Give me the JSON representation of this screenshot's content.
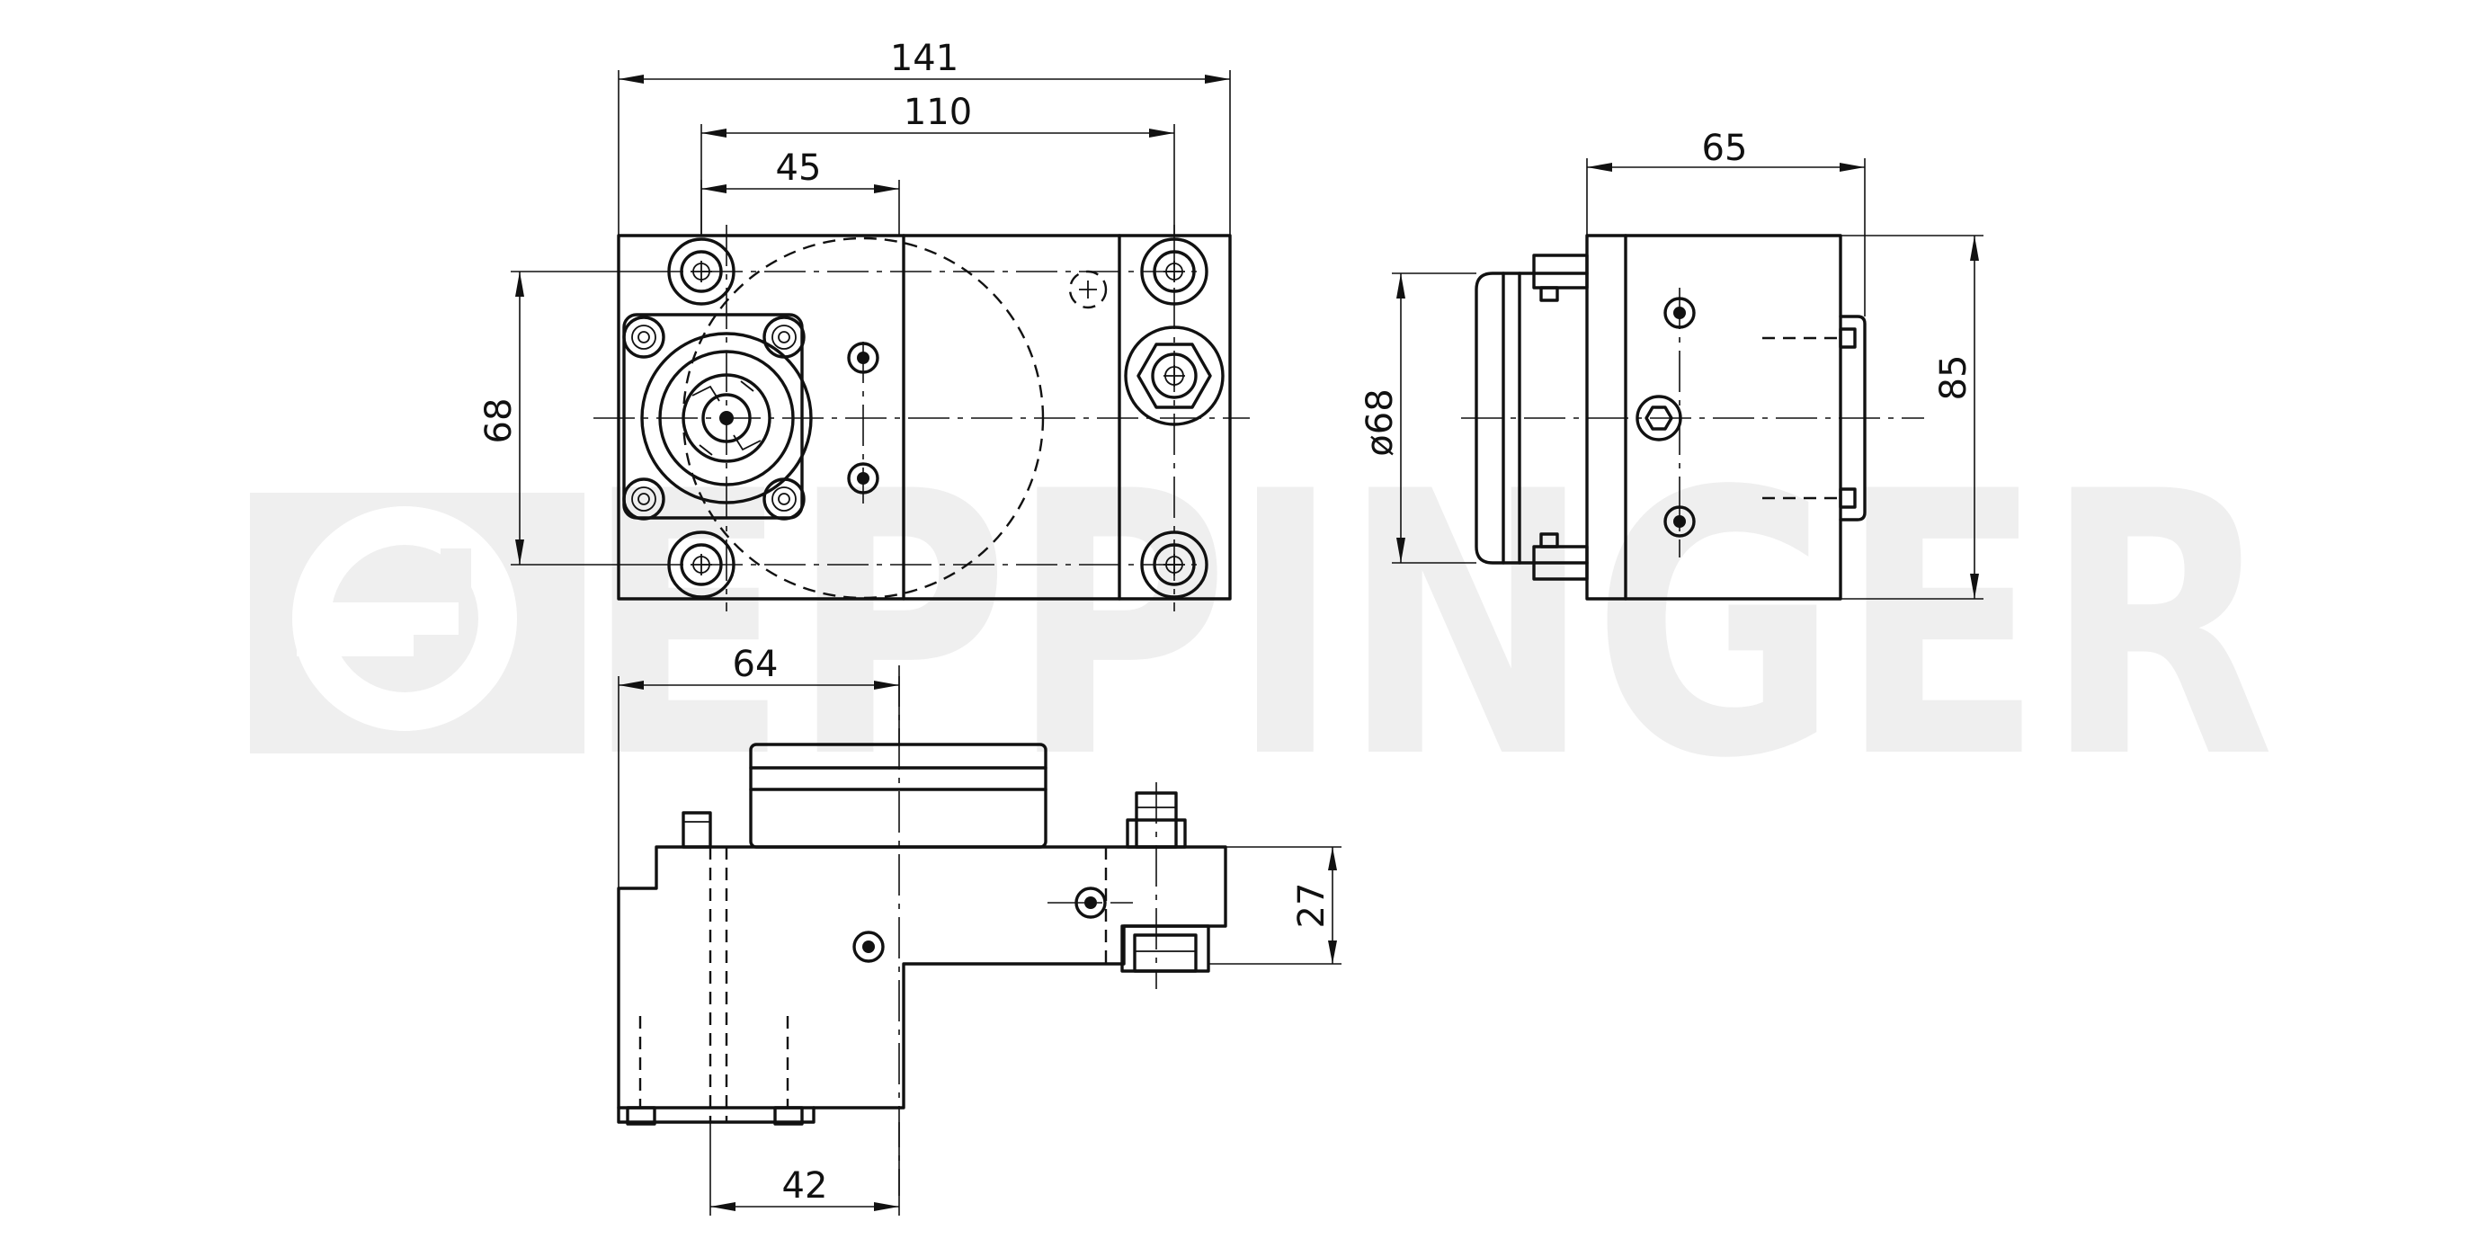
{
  "watermark": {
    "brand": "EPPINGER",
    "color": "#efefef"
  },
  "drawing": {
    "line_color": "#111111",
    "background": "#ffffff",
    "dimensions": {
      "front_width_overall": "141",
      "front_bolt_pitch": "110",
      "front_spindle_offset": "45",
      "front_height": "68",
      "side_depth": "65",
      "side_diameter": "ø68",
      "side_height": "85",
      "top_offset": "64",
      "top_bottom_offset": "42",
      "top_height": "27"
    }
  }
}
